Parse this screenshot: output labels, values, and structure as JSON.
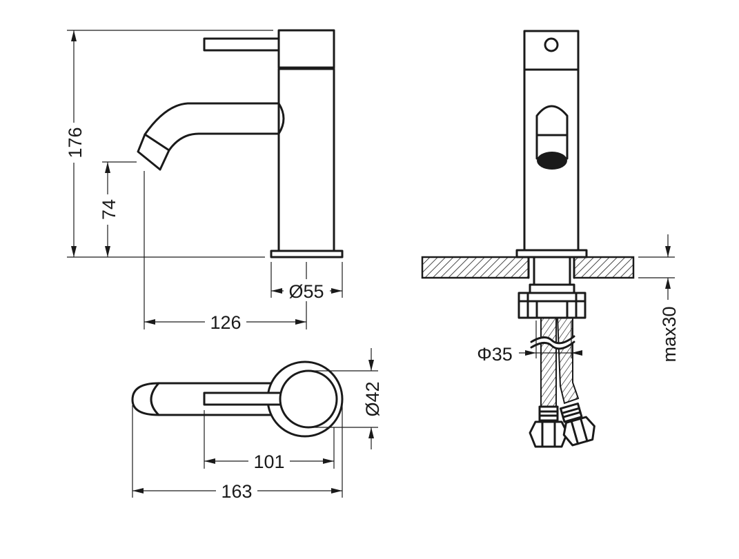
{
  "dimensions": {
    "total_height": "176",
    "spout_height": "74",
    "base_diameter": "Ø55",
    "spout_reach": "126",
    "body_diameter": "Ø42",
    "lever_length": "101",
    "overall_length": "163",
    "hole_diameter": "Φ35",
    "max_thickness": "max30"
  },
  "colors": {
    "line": "#1a1a1a",
    "background": "#ffffff"
  }
}
